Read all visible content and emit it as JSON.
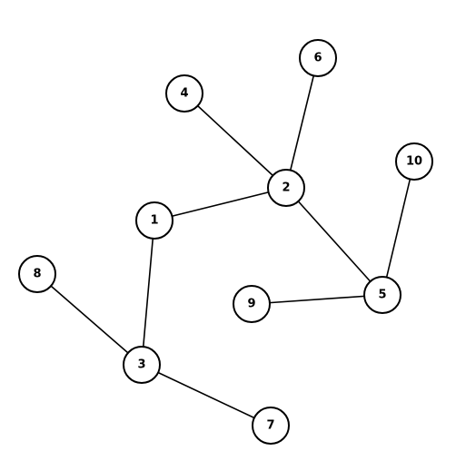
{
  "graph": {
    "nodes": [
      {
        "id": "1",
        "label": "1"
      },
      {
        "id": "2",
        "label": "2"
      },
      {
        "id": "3",
        "label": "3"
      },
      {
        "id": "4",
        "label": "4"
      },
      {
        "id": "5",
        "label": "5"
      },
      {
        "id": "6",
        "label": "6"
      },
      {
        "id": "7",
        "label": "7"
      },
      {
        "id": "8",
        "label": "8"
      },
      {
        "id": "9",
        "label": "9"
      },
      {
        "id": "10",
        "label": "10"
      }
    ],
    "edges": [
      {
        "source": "4",
        "target": "2"
      },
      {
        "source": "6",
        "target": "2"
      },
      {
        "source": "1",
        "target": "2"
      },
      {
        "source": "2",
        "target": "5"
      },
      {
        "source": "10",
        "target": "5"
      },
      {
        "source": "9",
        "target": "5"
      },
      {
        "source": "1",
        "target": "3"
      },
      {
        "source": "8",
        "target": "3"
      },
      {
        "source": "3",
        "target": "7"
      }
    ],
    "colors": {
      "node_fill": "#ffffff",
      "node_stroke": "#000000",
      "edge": "#000000",
      "background": "#ffffff"
    }
  }
}
